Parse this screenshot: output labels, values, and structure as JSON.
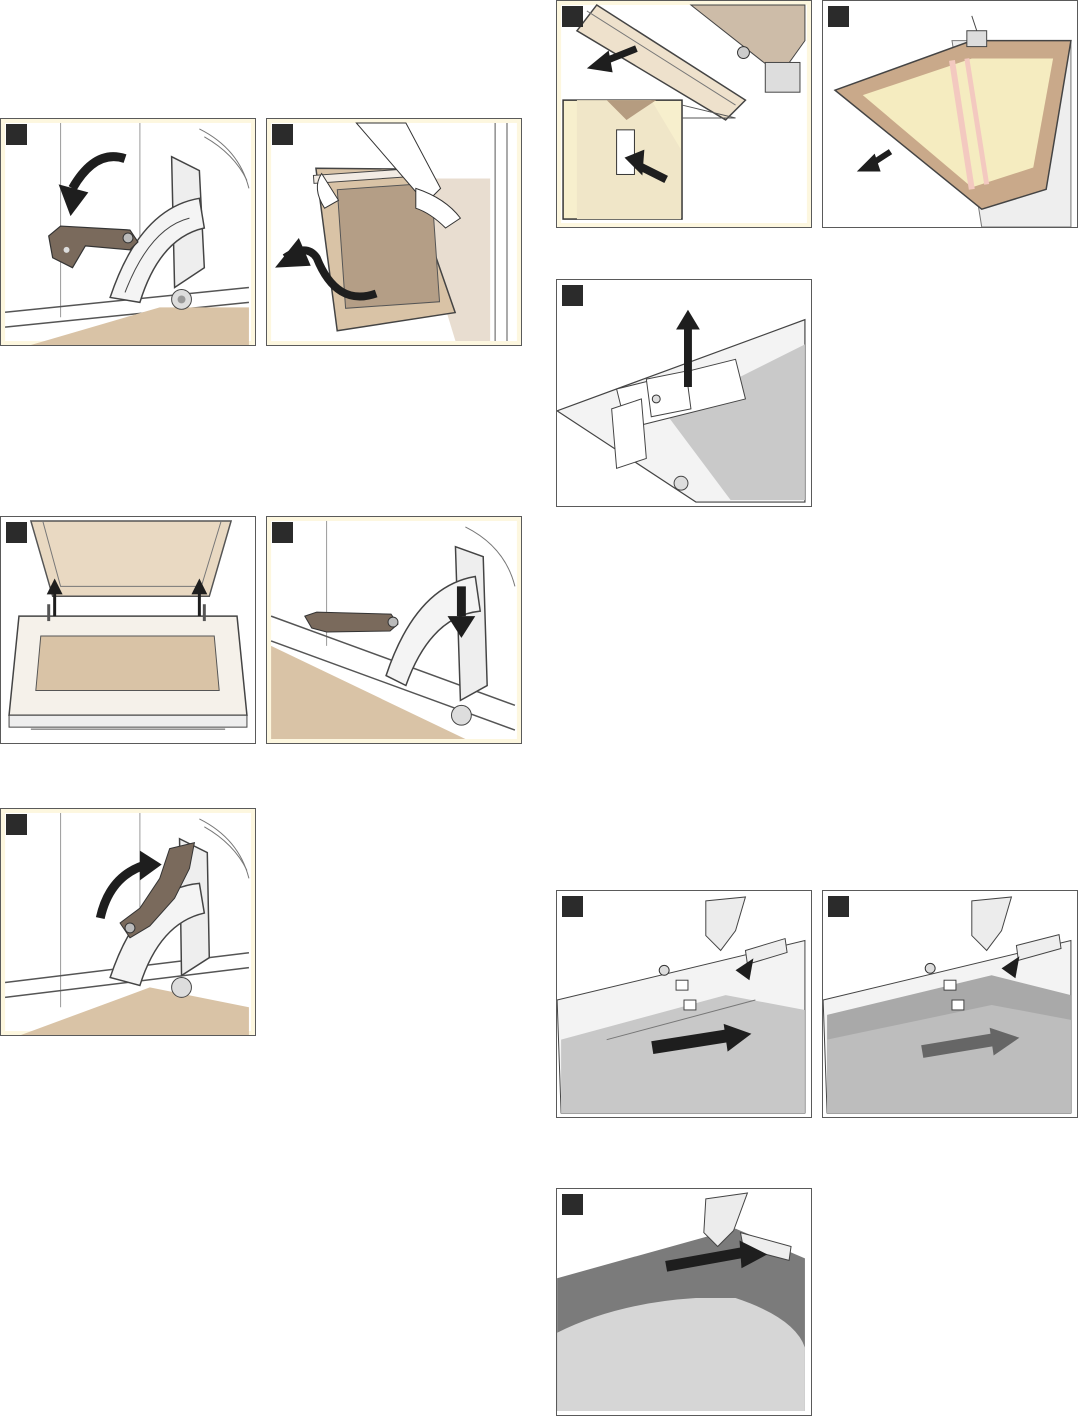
{
  "page": {
    "background": "#ffffff"
  },
  "colors": {
    "panel_cream": "#fdf7df",
    "panel_white": "#ffffff",
    "marker": "#2b2b2b",
    "brass_lever": "#7a6a5c",
    "tan_surface": "#d9c3a6",
    "grey_glass": "#c9c9c9",
    "dark_glass": "#7b7b7b",
    "arrow": "#1e1e1e"
  },
  "figures": [
    {
      "id": "fig-open-lever",
      "icon": "hinge-lever-down-icon",
      "theme": "cream"
    },
    {
      "id": "fig-lift-door",
      "icon": "door-remove-icon",
      "theme": "cream"
    },
    {
      "id": "fig-insert-door",
      "icon": "door-insert-icon",
      "theme": "white"
    },
    {
      "id": "fig-engage-hinge",
      "icon": "hinge-press-icon",
      "theme": "cream"
    },
    {
      "id": "fig-close-lever",
      "icon": "hinge-lever-up-icon",
      "theme": "cream"
    },
    {
      "id": "fig-release-strip",
      "icon": "cover-strip-release-icon",
      "theme": "cream"
    },
    {
      "id": "fig-pull-glass",
      "icon": "glass-pull-icon",
      "theme": "white"
    },
    {
      "id": "fig-lift-clip",
      "icon": "clip-lift-icon",
      "theme": "white"
    },
    {
      "id": "fig-insert-glass-a",
      "icon": "glass-insert-icon",
      "theme": "white"
    },
    {
      "id": "fig-insert-glass-b",
      "icon": "glass-insert-icon",
      "theme": "white"
    },
    {
      "id": "fig-slide-outer-glass",
      "icon": "glass-slide-icon",
      "theme": "white"
    }
  ]
}
